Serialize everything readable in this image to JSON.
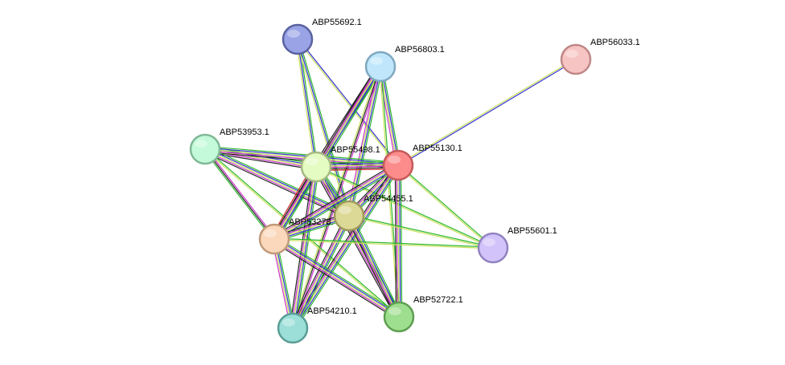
{
  "network": {
    "nodes": [
      {
        "id": "ABP55692.1",
        "label": "ABP55692.1",
        "fill": "#99a3e6",
        "stroke": "#5a62a0"
      },
      {
        "id": "ABP56803.1",
        "label": "ABP56803.1",
        "fill": "#bfe6fa",
        "stroke": "#7fa8c0"
      },
      {
        "id": "ABP56033.1",
        "label": "ABP56033.1",
        "fill": "#f7c4c4",
        "stroke": "#c08787"
      },
      {
        "id": "ABP53953.1",
        "label": "ABP53953.1",
        "fill": "#c4fad9",
        "stroke": "#80b896"
      },
      {
        "id": "ABP55498.1",
        "label": "ABP55498.1",
        "fill": "#e4fcc2",
        "stroke": "#a6b884"
      },
      {
        "id": "ABP55130.1",
        "label": "ABP55130.1",
        "fill": "#fc8c8c",
        "stroke": "#c45a5a"
      },
      {
        "id": "ABP54455.1",
        "label": "ABP54455.1",
        "fill": "#dcd895",
        "stroke": "#9e9a5d"
      },
      {
        "id": "ABP53278",
        "label": "ABP53278.",
        "fill": "#fbd8bb",
        "stroke": "#c09a7a"
      },
      {
        "id": "ABP55601.1",
        "label": "ABP55601.1",
        "fill": "#d2c3fa",
        "stroke": "#9282c0"
      },
      {
        "id": "ABP54210.1",
        "label": "ABP54210.1",
        "fill": "#9bdfd8",
        "stroke": "#5a9e97"
      },
      {
        "id": "ABP52722.1",
        "label": "ABP52722.1",
        "fill": "#9ede8f",
        "stroke": "#5e9e51"
      }
    ],
    "edges": [
      {
        "source": "ABP55692.1",
        "target": "ABP55498.1",
        "colors": [
          "#2db82d",
          "#3333cc",
          "#c8e05a"
        ]
      },
      {
        "source": "ABP55692.1",
        "target": "ABP54455.1",
        "colors": [
          "#2db82d",
          "#3333cc",
          "#c8e05a"
        ]
      },
      {
        "source": "ABP55692.1",
        "target": "ABP55130.1",
        "colors": [
          "#3333cc",
          "#c8e05a"
        ]
      },
      {
        "source": "ABP56803.1",
        "target": "ABP55498.1",
        "colors": [
          "#2db82d",
          "#3333cc",
          "#c8e05a",
          "#cc33cc",
          "#222222"
        ]
      },
      {
        "source": "ABP56803.1",
        "target": "ABP55130.1",
        "colors": [
          "#2db82d",
          "#3333cc",
          "#c8e05a",
          "#cc33cc"
        ]
      },
      {
        "source": "ABP56803.1",
        "target": "ABP54455.1",
        "colors": [
          "#2db82d",
          "#3333cc",
          "#c8e05a",
          "#cc33cc"
        ]
      },
      {
        "source": "ABP56803.1",
        "target": "ABP53278",
        "colors": [
          "#2db82d",
          "#3333cc",
          "#c8e05a",
          "#cc33cc",
          "#222222"
        ]
      },
      {
        "source": "ABP56803.1",
        "target": "ABP54210.1",
        "colors": [
          "#cc33cc",
          "#222222",
          "#c8e05a"
        ]
      },
      {
        "source": "ABP56803.1",
        "target": "ABP52722.1",
        "colors": [
          "#2db82d",
          "#c8e05a"
        ]
      },
      {
        "source": "ABP56033.1",
        "target": "ABP55130.1",
        "colors": [
          "#3333cc",
          "#c8e05a"
        ]
      },
      {
        "source": "ABP53953.1",
        "target": "ABP55498.1",
        "colors": [
          "#2db82d",
          "#3333cc",
          "#c8e05a",
          "#cc33cc",
          "#222222"
        ]
      },
      {
        "source": "ABP53953.1",
        "target": "ABP55130.1",
        "colors": [
          "#2db82d",
          "#3333cc",
          "#c8e05a",
          "#cc33cc",
          "#222222"
        ]
      },
      {
        "source": "ABP53953.1",
        "target": "ABP54455.1",
        "colors": [
          "#2db82d",
          "#3333cc",
          "#c8e05a",
          "#cc33cc",
          "#222222"
        ]
      },
      {
        "source": "ABP53953.1",
        "target": "ABP53278",
        "colors": [
          "#cc33cc",
          "#222222",
          "#2db82d"
        ]
      },
      {
        "source": "ABP53953.1",
        "target": "ABP52722.1",
        "colors": [
          "#2db82d",
          "#c8e05a"
        ]
      },
      {
        "source": "ABP55498.1",
        "target": "ABP55130.1",
        "colors": [
          "#2db82d",
          "#3333cc",
          "#c8e05a",
          "#cc33cc",
          "#222222",
          "#cc2222"
        ]
      },
      {
        "source": "ABP55498.1",
        "target": "ABP54455.1",
        "colors": [
          "#2db82d",
          "#3333cc",
          "#c8e05a",
          "#cc33cc",
          "#222222"
        ]
      },
      {
        "source": "ABP55498.1",
        "target": "ABP53278",
        "colors": [
          "#2db82d",
          "#3333cc",
          "#c8e05a",
          "#cc33cc",
          "#222222",
          "#cc2222"
        ]
      },
      {
        "source": "ABP55498.1",
        "target": "ABP55601.1",
        "colors": [
          "#2db82d",
          "#c8e05a"
        ]
      },
      {
        "source": "ABP55498.1",
        "target": "ABP54210.1",
        "colors": [
          "#2db82d",
          "#3333cc",
          "#c8e05a",
          "#cc33cc",
          "#222222"
        ]
      },
      {
        "source": "ABP55498.1",
        "target": "ABP52722.1",
        "colors": [
          "#2db82d",
          "#3333cc",
          "#c8e05a",
          "#cc33cc",
          "#222222"
        ]
      },
      {
        "source": "ABP55130.1",
        "target": "ABP54455.1",
        "colors": [
          "#2db82d",
          "#3333cc",
          "#c8e05a",
          "#cc33cc",
          "#222222"
        ]
      },
      {
        "source": "ABP55130.1",
        "target": "ABP53278",
        "colors": [
          "#2db82d",
          "#3333cc",
          "#c8e05a",
          "#cc33cc",
          "#222222"
        ]
      },
      {
        "source": "ABP55130.1",
        "target": "ABP55601.1",
        "colors": [
          "#2db82d",
          "#c8e05a"
        ]
      },
      {
        "source": "ABP55130.1",
        "target": "ABP54210.1",
        "colors": [
          "#2db82d",
          "#3333cc",
          "#c8e05a",
          "#cc33cc",
          "#222222"
        ]
      },
      {
        "source": "ABP55130.1",
        "target": "ABP52722.1",
        "colors": [
          "#2db82d",
          "#3333cc",
          "#c8e05a",
          "#cc33cc",
          "#222222"
        ]
      },
      {
        "source": "ABP54455.1",
        "target": "ABP53278",
        "colors": [
          "#2db82d",
          "#3333cc",
          "#c8e05a",
          "#cc33cc",
          "#222222"
        ]
      },
      {
        "source": "ABP54455.1",
        "target": "ABP55601.1",
        "colors": [
          "#2db82d",
          "#c8e05a"
        ]
      },
      {
        "source": "ABP54455.1",
        "target": "ABP54210.1",
        "colors": [
          "#2db82d",
          "#3333cc",
          "#c8e05a",
          "#cc33cc",
          "#222222"
        ]
      },
      {
        "source": "ABP54455.1",
        "target": "ABP52722.1",
        "colors": [
          "#2db82d",
          "#3333cc",
          "#c8e05a",
          "#cc33cc",
          "#222222"
        ]
      },
      {
        "source": "ABP53278",
        "target": "ABP55601.1",
        "colors": [
          "#2db82d",
          "#c8e05a"
        ]
      },
      {
        "source": "ABP53278",
        "target": "ABP54210.1",
        "colors": [
          "#2db82d",
          "#3333cc",
          "#c8e05a",
          "#cc33cc"
        ]
      },
      {
        "source": "ABP53278",
        "target": "ABP52722.1",
        "colors": [
          "#2db82d",
          "#3333cc",
          "#c8e05a",
          "#cc33cc",
          "#222222"
        ]
      }
    ]
  }
}
